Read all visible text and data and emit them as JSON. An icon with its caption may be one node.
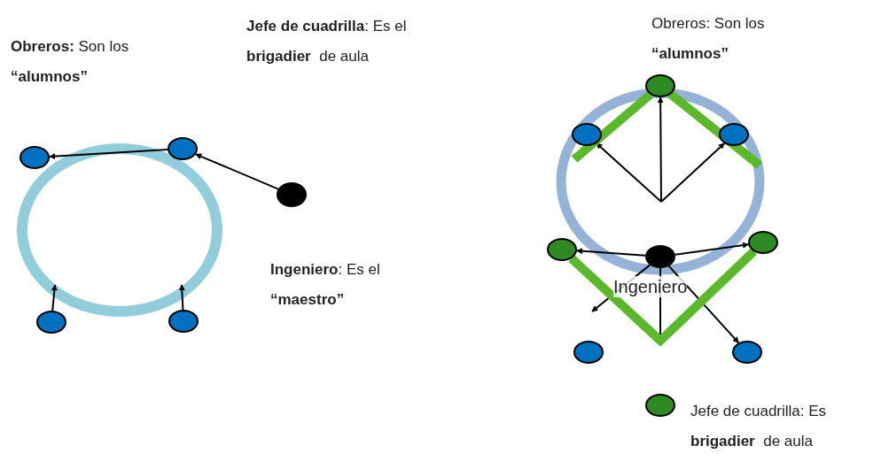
{
  "diagram": {
    "nodes": [
      {
        "text": [],
        "shape": "circle"
      },
      {
        "text": [],
        "shape": "circle"
      },
      {
        "text": [],
        "shape": "circle"
      },
      {
        "text": [],
        "shape": "circle"
      },
      {
        "text": [],
        "shape": "circle"
      },
      {
        "text": [],
        "shape": "circle"
      },
      {
        "text": [],
        "shape": "circle"
      },
      {
        "text": [],
        "shape": "circle"
      },
      {
        "text": [],
        "shape": "circle",
        "beside": [
          "Ingeniero"
        ]
      },
      {
        "text": [],
        "shape": "circle"
      },
      {
        "text": [],
        "shape": "circle"
      },
      {
        "text": [],
        "shape": "circle"
      },
      {
        "text": [],
        "shape": "circle"
      },
      {
        "text": [],
        "shape": "circle"
      }
    ],
    "edges": [
      {
        "from": 1,
        "to": 0,
        "arrow": "to"
      },
      {
        "from": 2,
        "to": 1,
        "arrow": "to"
      },
      {
        "from": 3,
        "to": null,
        "arrow": "to"
      },
      {
        "from": 4,
        "to": null,
        "arrow": "to"
      },
      {
        "from": null,
        "to": 6,
        "arrow": "to"
      },
      {
        "from": null,
        "to": 5,
        "arrow": "to"
      },
      {
        "from": null,
        "to": 7,
        "arrow": "to"
      },
      {
        "from": 5,
        "to": null,
        "arrow": "none",
        "style": "thick",
        "color": "#5ab82a"
      },
      {
        "from": 5,
        "to": null,
        "arrow": "none",
        "style": "thick",
        "color": "#5ab82a"
      },
      {
        "from": 8,
        "to": 9,
        "arrow": "to"
      },
      {
        "from": 8,
        "to": 10,
        "arrow": "to"
      },
      {
        "from": 8,
        "to": null,
        "arrow": "to"
      },
      {
        "from": 8,
        "to": null,
        "arrow": "to"
      },
      {
        "from": 8,
        "to": 12,
        "arrow": "to"
      },
      {
        "from": 9,
        "to": 10,
        "arrow": "none",
        "style": "thick",
        "color": "#5ab82a"
      }
    ],
    "labels": [
      "**Obreros:** Son los **“alumnos”**",
      "**Jefe de cuadrilla**: Es el **brigadier**  de aula",
      "**Ingeniero**: Es el **“maestro”**",
      "Obreros: Son los **“alumnos”**",
      "Jefe de cuadrilla: Es **brigadier**  de aula"
    ]
  }
}
